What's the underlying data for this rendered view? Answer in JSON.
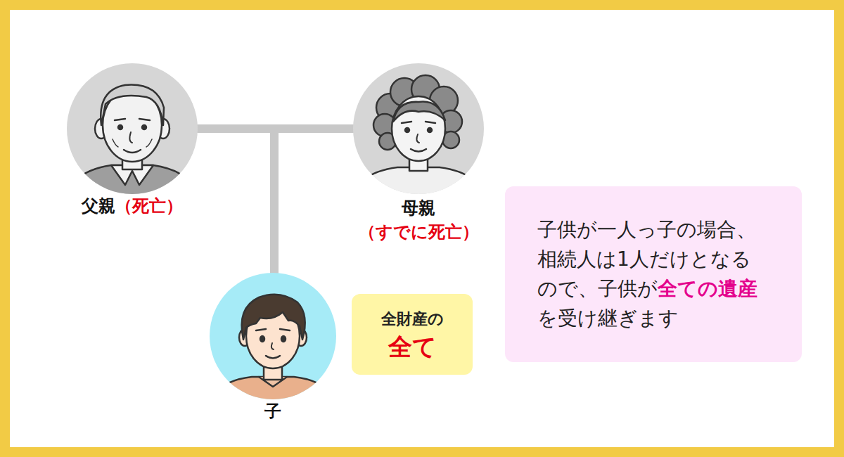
{
  "diagram": {
    "nodes": [
      {
        "text": [
          "父親",
          "（死亡）"
        ]
      },
      {
        "text": [
          "母親",
          "（すでに死亡）"
        ]
      },
      {
        "text": [
          "子"
        ]
      },
      {
        "text": [
          "全財産の",
          "全て"
        ]
      },
      {
        "text": [
          "子供が一人っ子の場合、相続人は1人だけとなるので、子供が",
          "全ての遺産",
          "を受け継ぎます"
        ]
      }
    ],
    "edges": [
      {
        "from": 0,
        "to": 2,
        "arrow": "none"
      },
      {
        "from": 1,
        "to": 2,
        "arrow": "none"
      }
    ]
  }
}
